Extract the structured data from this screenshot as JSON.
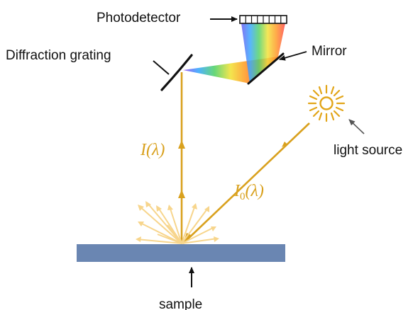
{
  "labels": {
    "photodetector": "Photodetector",
    "diffraction_grating": "Diffraction grating",
    "mirror": "Mirror",
    "light_source": "light source",
    "sample": "sample"
  },
  "math": {
    "reflected": {
      "symbol": "I",
      "arg": "(λ)"
    },
    "incident": {
      "symbol": "I",
      "sub": "0",
      "arg": "(λ)"
    }
  },
  "colors": {
    "beam": "#d9a11e",
    "scatter": "#f7d58c",
    "sample": "#6a86b2",
    "sun": "#e2a518",
    "spectrum": [
      "#ff4a4a",
      "#ff9a2a",
      "#f2e23a",
      "#56d36a",
      "#3aa8ff",
      "#6a5cf0",
      "#9a4df0"
    ]
  },
  "icons": {
    "light_source": "sun-icon",
    "photodetector": "detector-array-icon"
  }
}
